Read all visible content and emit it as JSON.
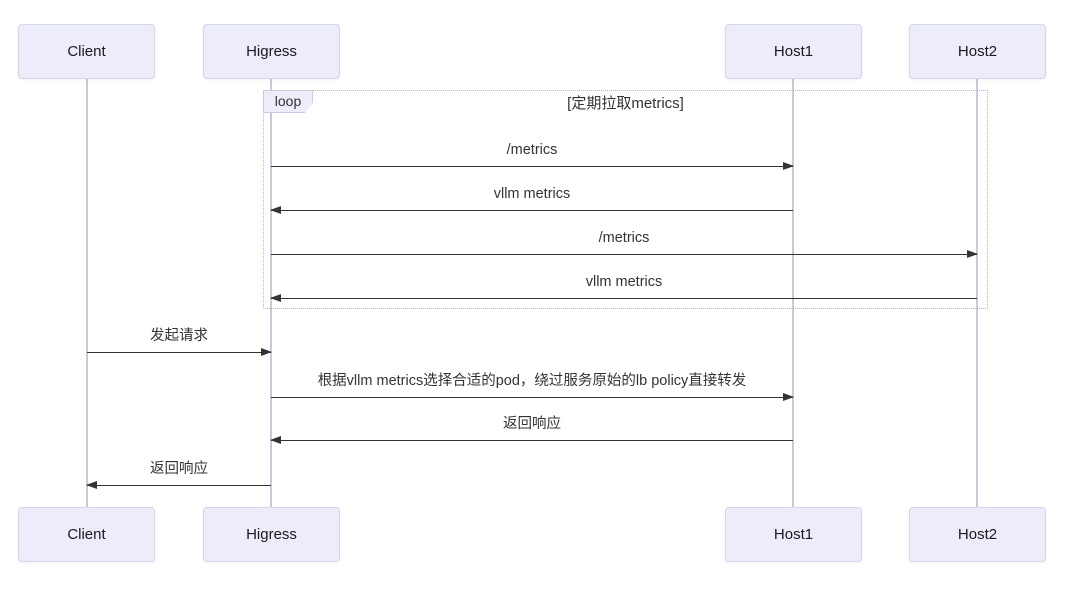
{
  "diagram": {
    "type": "sequence-diagram",
    "actors": [
      {
        "name": "Client"
      },
      {
        "name": "Higress"
      },
      {
        "name": "Host1"
      },
      {
        "name": "Host2"
      }
    ],
    "loop": {
      "label": "loop",
      "condition": "[定期拉取metrics]"
    },
    "messages": [
      {
        "from": "Higress",
        "to": "Host1",
        "direction": "right",
        "label": "/metrics"
      },
      {
        "from": "Host1",
        "to": "Higress",
        "direction": "left",
        "label": "vllm metrics"
      },
      {
        "from": "Higress",
        "to": "Host2",
        "direction": "right",
        "label": "/metrics"
      },
      {
        "from": "Host2",
        "to": "Higress",
        "direction": "left",
        "label": "vllm metrics"
      },
      {
        "from": "Client",
        "to": "Higress",
        "direction": "right",
        "label": "发起请求"
      },
      {
        "from": "Higress",
        "to": "Host1",
        "direction": "right",
        "label": "根据vllm metrics选择合适的pod，绕过服务原始的lb policy直接转发"
      },
      {
        "from": "Host1",
        "to": "Higress",
        "direction": "left",
        "label": "返回响应"
      },
      {
        "from": "Higress",
        "to": "Client",
        "direction": "left",
        "label": "返回响应"
      }
    ],
    "colors": {
      "actor_fill": "#ECECFB",
      "actor_border": "#D5D5EA",
      "lifeline": "#C9C9DC",
      "loop_border": "#B6B6C4",
      "loop_label_fill": "#ECECFB",
      "message_line": "#333333",
      "text": "#333333"
    }
  }
}
